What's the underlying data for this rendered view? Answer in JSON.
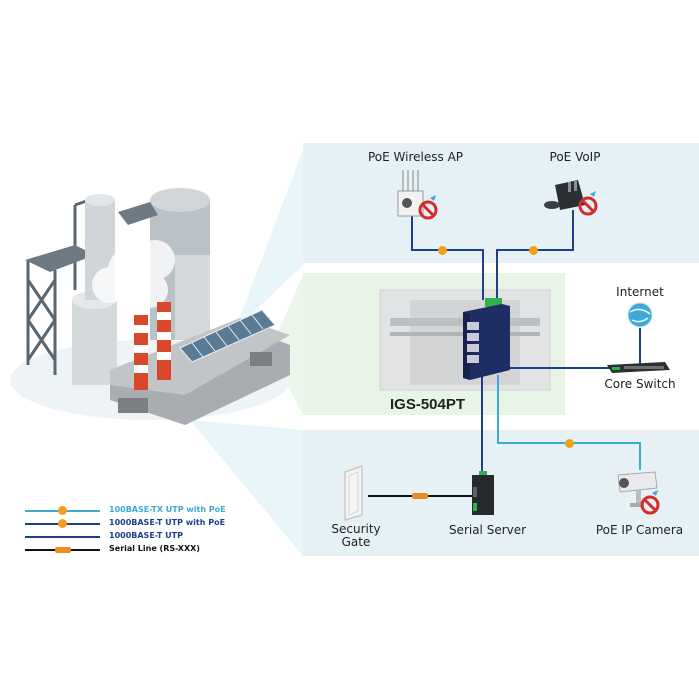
{
  "diagram": {
    "model": "IGS-504PT",
    "devices": {
      "wireless_ap": "PoE Wireless AP",
      "voip": "PoE VoIP",
      "internet": "Internet",
      "core_switch": "Core Switch",
      "security_gate_line1": "Security",
      "security_gate_line2": "Gate",
      "serial_server": "Serial Server",
      "ip_camera": "PoE IP Camera"
    },
    "legend": [
      {
        "label": "100BASE-TX UTP with PoE",
        "color": "#3fa9d6",
        "marker": "poe-dot"
      },
      {
        "label": "1000BASE-T UTP with PoE",
        "color": "#1d3f8c",
        "marker": "poe-dot"
      },
      {
        "label": "1000BASE-T UTP",
        "color": "#1d3f8c",
        "marker": "none"
      },
      {
        "label": "Serial Line (RS-XXX)",
        "color": "#111111",
        "marker": "serial-pill"
      }
    ],
    "colors": {
      "poe_marker": "#f2a01c",
      "serial_marker": "#f08a24",
      "gigabit_line": "#1d3f8c",
      "fast_line": "#3fa9d6",
      "serial_line": "#111111"
    }
  }
}
